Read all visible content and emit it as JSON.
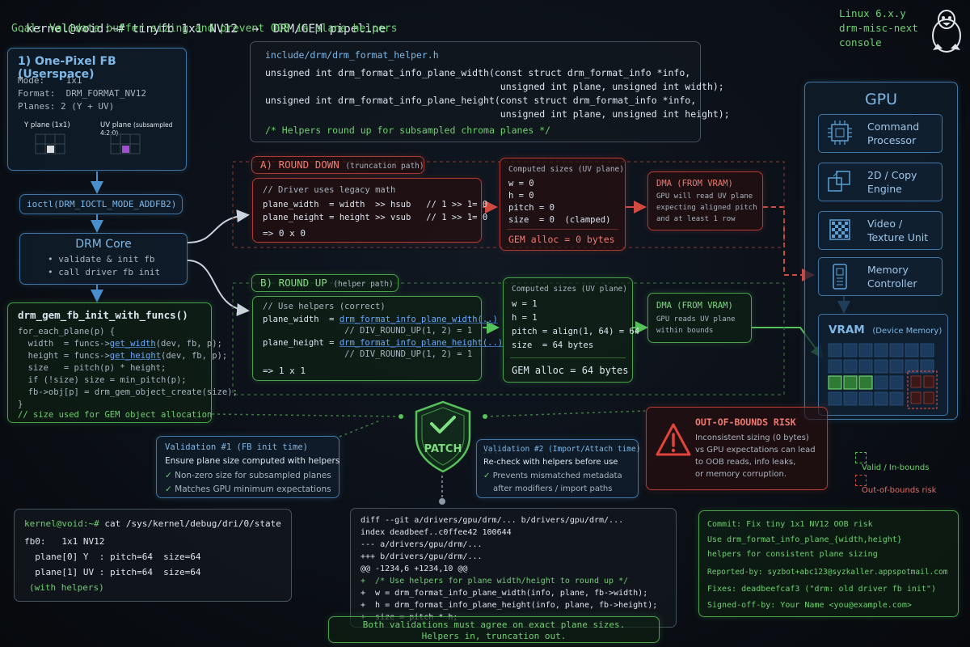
{
  "header": {
    "prompt": "kernel@void:~#",
    "command": "tinyfb 1x1 NV12  →  DRM/GEM pipeline",
    "goal": "Goal: Validate buffer sizing and prevent OOB in plane helpers",
    "sys_lines": [
      "Linux 6.x.y",
      "drm-misc-next",
      "console"
    ]
  },
  "fb": {
    "title": "1) One-Pixel FB (Userspace)",
    "lines": [
      "Mode:    1x1",
      "Format:  DRM_FORMAT_NV12",
      "Planes: 2 (Y + UV)"
    ],
    "y_plane": "Y plane (1x1)",
    "uv_plane": "UV plane",
    "uv_note": "(subsampled 4:2:0)"
  },
  "ioctl": "ioctl(DRM_IOCTL_MODE_ADDFB2)",
  "drm_core": {
    "title": "DRM Core",
    "items": [
      "• validate & init fb",
      "• call driver fb init"
    ]
  },
  "gem_init": {
    "title": "drm_gem_fb_init_with_funcs()",
    "code": [
      "for_each_plane(p) {",
      "  width  = funcs->",
      "  height = funcs->",
      "  size   = pitch(p) * height;",
      "  if (!size) size = min_pitch(p);",
      "  fb->obj[p] = drm_gem_object_create(size);",
      "}"
    ],
    "get_width": "get_width",
    "get_width_tail": "(dev, fb, p);",
    "get_height": "get_height",
    "get_height_tail": "(dev, fb, p);",
    "comment": "// size used for GEM object allocation"
  },
  "header_file": {
    "path": "include/drm/drm_format_helper.h",
    "code": [
      "unsigned int drm_format_info_plane_width(const struct drm_format_info *info,",
      "                                          unsigned int plane, unsigned int width);",
      "unsigned int drm_format_info_plane_height(const struct drm_format_info *info,",
      "                                          unsigned int plane, unsigned int height);"
    ],
    "comment": "/* Helpers round up for subsampled chroma planes */"
  },
  "round_down": {
    "label": "A) ROUND DOWN",
    "note": "(truncation path)",
    "code": [
      "// Driver uses legacy math",
      "plane_width  = width  >> hsub   // 1 >> 1= 0",
      "plane_height = height >> vsub   // 1 >> 1= 0",
      "",
      "=> 0 x 0"
    ],
    "computed_title": "Computed sizes (UV plane)",
    "computed": [
      "w = 0",
      "h = 0",
      "pitch = 0",
      "size  = 0  (clamped)"
    ],
    "alloc": "GEM alloc = 0 bytes",
    "dma_title": "DMA (FROM VRAM)",
    "dma_text": [
      "GPU will read UV plane",
      "expecting aligned pitch",
      "and at least 1 row"
    ]
  },
  "round_up": {
    "label": "B) ROUND UP",
    "note": "(helper path)",
    "comment": "// Use helpers (correct)",
    "w_prefix": "plane_width  = ",
    "w_fn": "drm_format_info_plane_width(..)",
    "w_comment": "                // DIV_ROUND_UP(1, 2) = 1",
    "h_prefix": "plane_height = ",
    "h_fn": "drm_format_info_plane_height(..)",
    "h_comment": "                // DIV_ROUND_UP(1, 2) = 1",
    "result": "=> 1 x 1",
    "computed_title": "Computed sizes (UV plane)",
    "computed": [
      "w = 1",
      "h = 1",
      "pitch = align(1, 64) = 64",
      "size  = 64 bytes"
    ],
    "alloc": "GEM alloc = 64 bytes",
    "dma_title": "DMA (FROM VRAM)",
    "dma_text": [
      "GPU reads UV plane",
      "within bounds"
    ]
  },
  "gpu": {
    "title": "GPU",
    "units": [
      "Command\nProcessor",
      "2D / Copy\nEngine",
      "Video /\nTexture Unit",
      "Memory\nController"
    ],
    "vram": "VRAM",
    "vram_note": "(Device Memory)"
  },
  "validation1": {
    "title": "Validation #1 (FB init time)",
    "text": "Ensure plane size computed with helpers",
    "items": [
      "Non-zero size for subsampled planes",
      "Matches GPU minimum expectations"
    ]
  },
  "patch": "PATCH",
  "validation2": {
    "title": "Validation #2 (Import/Attach time)",
    "text": "Re-check with helpers before use",
    "items": [
      "Prevents mismatched metadata",
      "after modifiers / import paths"
    ]
  },
  "oob": {
    "title": "OUT-OF-BOUNDS RISK",
    "text": [
      "Inconsistent sizing (0 bytes)",
      "vs GPU expectations can lead",
      "to OOB reads, info leaks,",
      "or memory corruption."
    ]
  },
  "legend": {
    "valid": "Valid / In-bounds",
    "oob": "Out-of-bounds risk"
  },
  "state": {
    "prompt": "kernel@void:~#",
    "cmd": "cat /sys/kernel/debug/dri/0/state",
    "lines": [
      "fb0:   1x1 NV12",
      "  plane[0] Y  : pitch=64  size=64",
      "  plane[1] UV : pitch=64  size=64"
    ],
    "note": "(with helpers)"
  },
  "diff": {
    "lines": [
      "diff --git a/drivers/gpu/drm/... b/drivers/gpu/drm/...",
      "index deadbeef..c0ffee42 100644",
      "--- a/drivers/gpu/drm/...",
      "+++ b/drivers/gpu/drm/...",
      "@@ -1234,6 +1234,10 @@",
      "+  /* Use helpers for plane width/height to round up */",
      "+  w = drm_format_info_plane_width(info, plane, fb->width);",
      "+  h = drm_format_info_plane_height(info, plane, fb->height);",
      "+  size = pitch * h;"
    ]
  },
  "commit": {
    "lines": [
      "Commit: Fix tiny 1x1 NV12 OOB risk",
      "Use drm_format_info_plane_{width,height}",
      "helpers for consistent plane sizing",
      "",
      "Reported-by: syzbot+abc123@syzkaller.appspotmail.com",
      "",
      "Fixes: deadbeefcaf3 (\"drm: old driver fb init\")",
      "",
      "Signed-off-by: Your Name <you@example.com>"
    ]
  },
  "footer": [
    "Both validations must agree on exact plane sizes.",
    "Helpers in, truncation out."
  ]
}
